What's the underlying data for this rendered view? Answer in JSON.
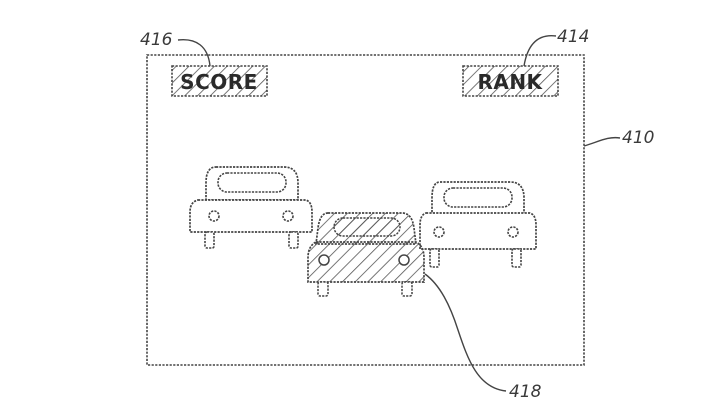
{
  "diagram": {
    "labels": {
      "screen_ref": "410",
      "rank_ref": "414",
      "score_ref": "416",
      "highlight_ref": "418"
    },
    "hud": {
      "score_label": "SCORE",
      "rank_label": "RANK"
    },
    "cars": [
      {
        "name": "left-car",
        "highlighted": false
      },
      {
        "name": "center-car",
        "highlighted": true
      },
      {
        "name": "right-car",
        "highlighted": false
      }
    ],
    "colors": {
      "line": "#444444",
      "background": "#ffffff"
    }
  }
}
